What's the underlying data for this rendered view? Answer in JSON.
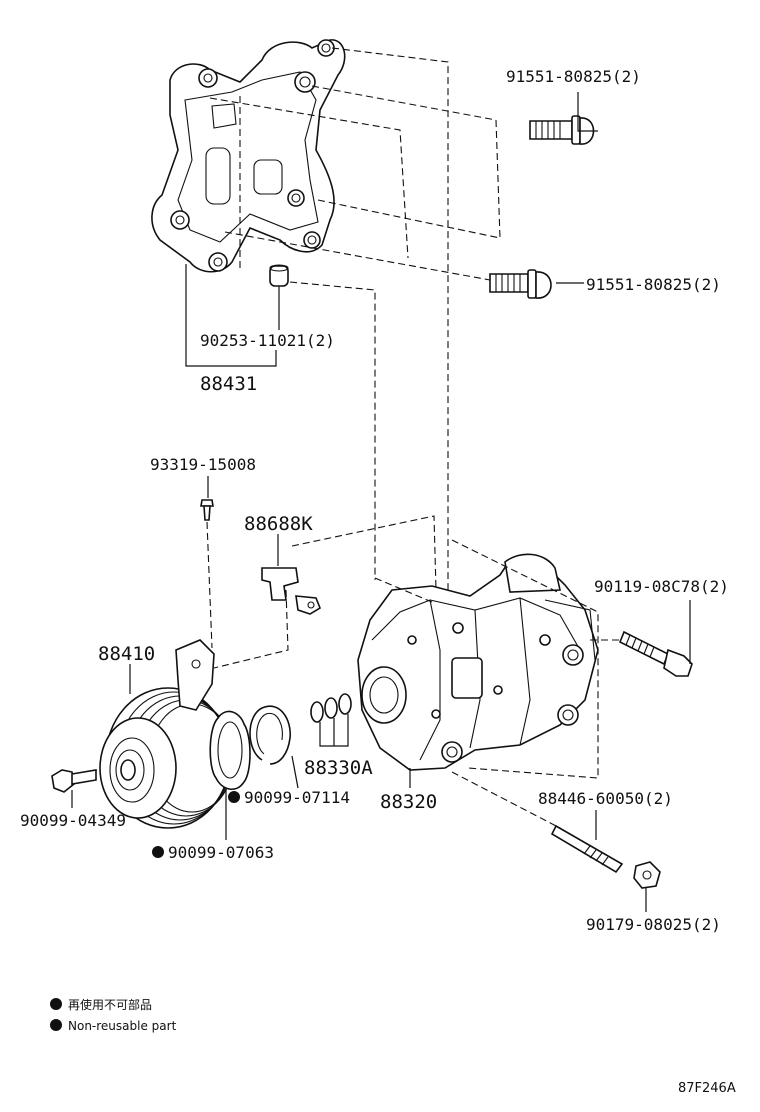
{
  "labels": {
    "bolt_top": "91551-80825(2)",
    "bolt_mid": "91551-80825(2)",
    "collar": "90253-11021(2)",
    "bracket": "88431",
    "screw_small": "93319-15008",
    "connector": "88688K",
    "clutch": "88410",
    "bolt_compressor": "90119-08C78(2)",
    "snap_ring": "90099-07114",
    "oring_kit": "88330A",
    "compressor": "88320",
    "stud": "88446-60050(2)",
    "pulley_bolt": "90099-04349",
    "shim": "90099-07063",
    "nut": "90179-08025(2)"
  },
  "legend": {
    "item1": "再使用不可部品",
    "item2": "Non-reusable part"
  },
  "figure_code": "87F246A"
}
